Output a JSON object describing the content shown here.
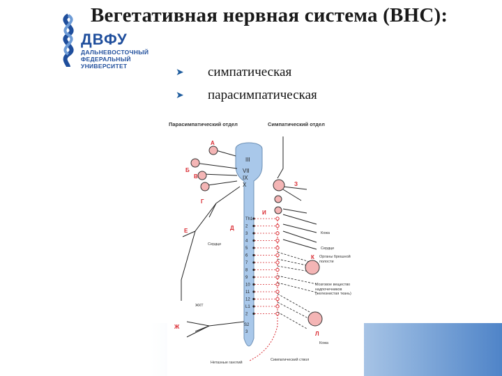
{
  "slide": {
    "title": "Вегетативная нервная система (ВНС):",
    "logo": {
      "main": "ДВФУ",
      "line1": "ДАЛЬНЕВОСТОЧНЫЙ",
      "line2": "ФЕДЕРАЛЬНЫЙ",
      "line3": "УНИВЕРСИТЕТ"
    },
    "bullets": [
      "симпатическая",
      "парасимпатическая"
    ]
  },
  "diagram": {
    "left_header": "Парасимпатический отдел",
    "right_header": "Симпатический отдел",
    "letters": {
      "a": "А",
      "b": "Б",
      "v": "В",
      "g": "Г",
      "d": "Д",
      "e": "Е",
      "zh": "Ж",
      "z": "З",
      "i": "И",
      "k": "К",
      "l": "Л"
    },
    "cranial": [
      "III",
      "VII",
      "IX",
      "X"
    ],
    "segments": [
      "Th1",
      "2",
      "3",
      "4",
      "5",
      "6",
      "7",
      "8",
      "9",
      "10",
      "11",
      "12",
      "L1",
      "2"
    ],
    "sacral": [
      "S2",
      "3"
    ],
    "labels": {
      "heart_left": "Сердце",
      "zhkt": "ЖКТ",
      "kozha": "Кожа",
      "heart_right": "Сердце",
      "organs": "Органы брюшной полости",
      "adrenal": "Мозговое вещество надпочечников (железнистая ткань)",
      "koja": "Кожа",
      "symp_trunk": "Симпатический ствол",
      "pelvic": "Нетазные ганглий"
    },
    "colors": {
      "cord": "#a9c8ea",
      "ganglion": "#f4b5b5",
      "accent_red": "#d9282f"
    }
  }
}
